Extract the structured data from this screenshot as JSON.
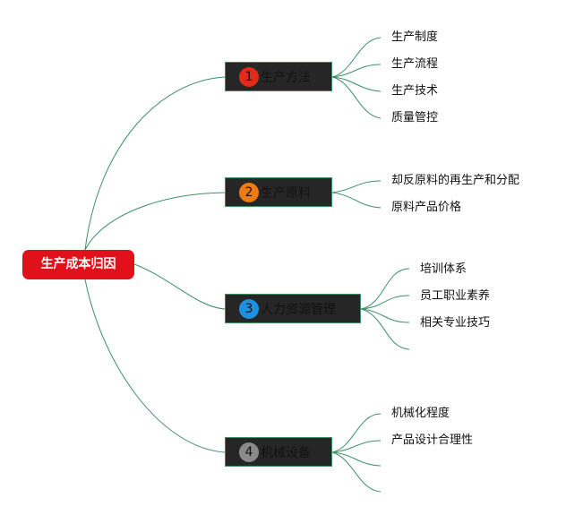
{
  "root": {
    "label": "生产成本归因"
  },
  "branches": [
    {
      "number": "1",
      "label": "生产方法",
      "badge_color": "#e02b1a",
      "leaves": [
        "生产制度",
        "生产流程",
        "生产技术",
        "质量管控"
      ]
    },
    {
      "number": "2",
      "label": "生产原料",
      "badge_color": "#f07a12",
      "leaves": [
        "却反原料的再生产和分配",
        "原料产品价格"
      ]
    },
    {
      "number": "3",
      "label": "人力资源管理",
      "badge_color": "#1e90e0",
      "leaves": [
        "培训体系",
        "员工职业素养",
        "相关专业技巧",
        ""
      ]
    },
    {
      "number": "4",
      "label": "机械设备",
      "badge_color": "#8a8a8a",
      "leaves": [
        "机械化程度",
        "产品设计合理性",
        "",
        ""
      ]
    }
  ],
  "colors": {
    "root": "#e0111a",
    "branch_fill": "#262626",
    "branch_border": "#3f8f5c",
    "connector": "#3f8f6a"
  }
}
